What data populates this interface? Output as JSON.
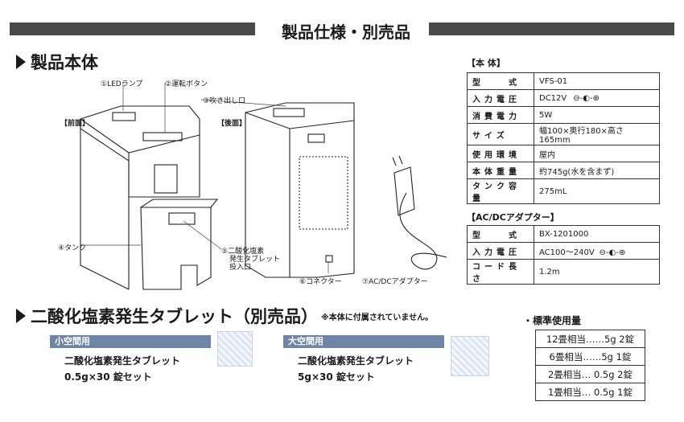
{
  "header": {
    "title": "製品仕様・別売品"
  },
  "product_section": {
    "heading": "製品本体"
  },
  "diagram": {
    "front_label": "【前面】",
    "back_label": "【後面】",
    "callouts": [
      "①LEDランプ",
      "②運転ボタン",
      "③吹き出し口",
      "④タンク",
      "⑤二酸化塩素",
      "発生タブレット",
      "投入口",
      "⑥コネクター",
      "⑦AC/DCアダプター"
    ]
  },
  "spec_main": {
    "title": "【本 体】",
    "rows": [
      {
        "key": "型　　式",
        "value": "VFS-01"
      },
      {
        "key": "入力電圧",
        "value": "DC12V"
      },
      {
        "key": "消費電力",
        "value": "5W"
      },
      {
        "key": "サイズ",
        "value": "幅100×奥行180×高さ165mm"
      },
      {
        "key": "使用環境",
        "value": "屋内"
      },
      {
        "key": "本体重量",
        "value": "約745g(水を含まず)"
      },
      {
        "key": "タンク容量",
        "value": "275mL"
      }
    ]
  },
  "spec_adapter": {
    "title": "【AC/DCアダプター】",
    "rows": [
      {
        "key": "型　　式",
        "value": "BX-1201000"
      },
      {
        "key": "入力電圧",
        "value": "AC100〜240V"
      },
      {
        "key": "コード長さ",
        "value": "1.2m"
      }
    ]
  },
  "tablet_section": {
    "heading": "二酸化塩素発生タブレット（別売品）",
    "note": "※本体に付属されていません。",
    "small": {
      "band": "小空間用",
      "name": "二酸化塩素発生タブレット",
      "set": "0.5g×30 錠セット"
    },
    "large": {
      "band": "大空間用",
      "name": "二酸化塩素発生タブレット",
      "set": "5g×30 錠セット"
    }
  },
  "usage": {
    "title": "・標準使用量",
    "rows": [
      "12畳相当……5g 2錠",
      "6畳相当……5g 1錠",
      "2畳相当… 0.5g 2錠",
      "1畳相当… 0.5g 1錠"
    ]
  }
}
